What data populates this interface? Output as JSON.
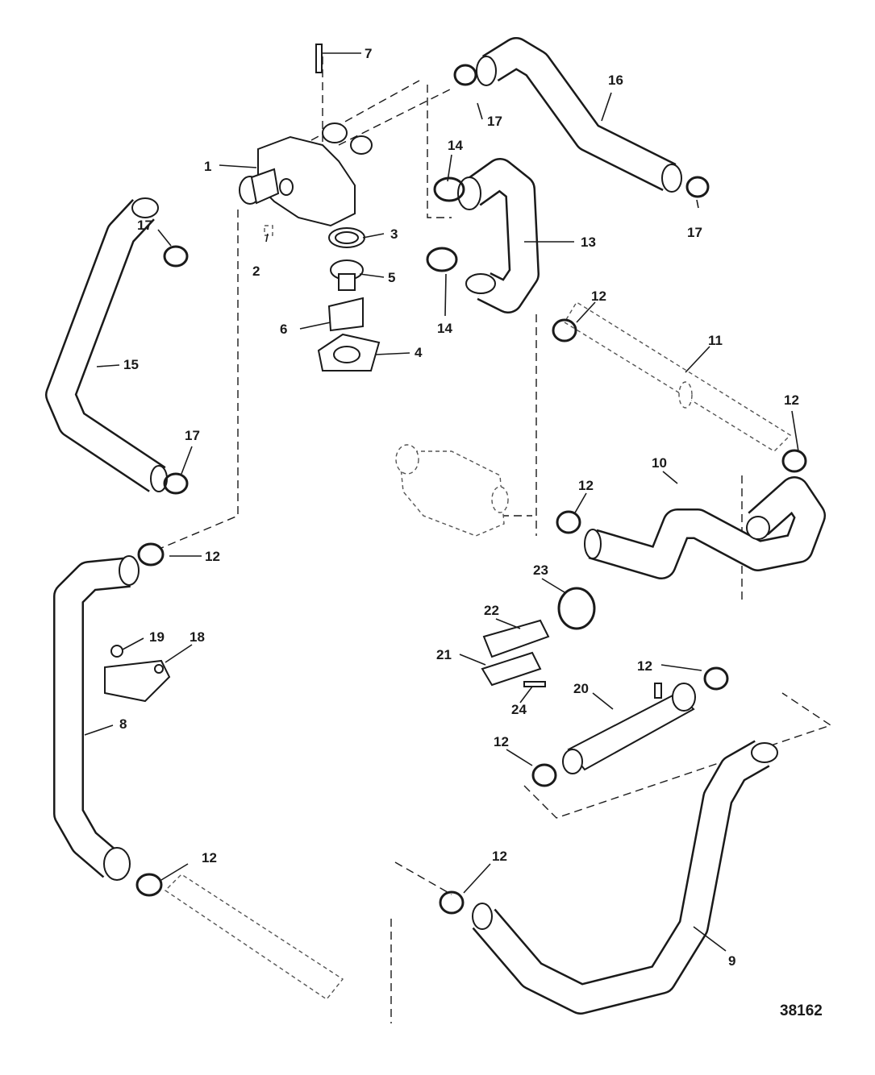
{
  "diagram": {
    "drawing_number": "38162",
    "callouts": {
      "c1": "1",
      "c2": "2",
      "c3": "3",
      "c4": "4",
      "c5": "5",
      "c6": "6",
      "c7": "7",
      "c8": "8",
      "c9": "9",
      "c10": "10",
      "c11": "11",
      "c12a": "12",
      "c12b": "12",
      "c12c": "12",
      "c12d": "12",
      "c12e": "12",
      "c12f": "12",
      "c12g": "12",
      "c12h": "12",
      "c13": "13",
      "c14a": "14",
      "c14b": "14",
      "c15": "15",
      "c16": "16",
      "c17a": "17",
      "c17b": "17",
      "c17c": "17",
      "c17d": "17",
      "c18": "18",
      "c19": "19",
      "c20": "20",
      "c21": "21",
      "c22": "22",
      "c23": "23",
      "c24": "24"
    }
  }
}
